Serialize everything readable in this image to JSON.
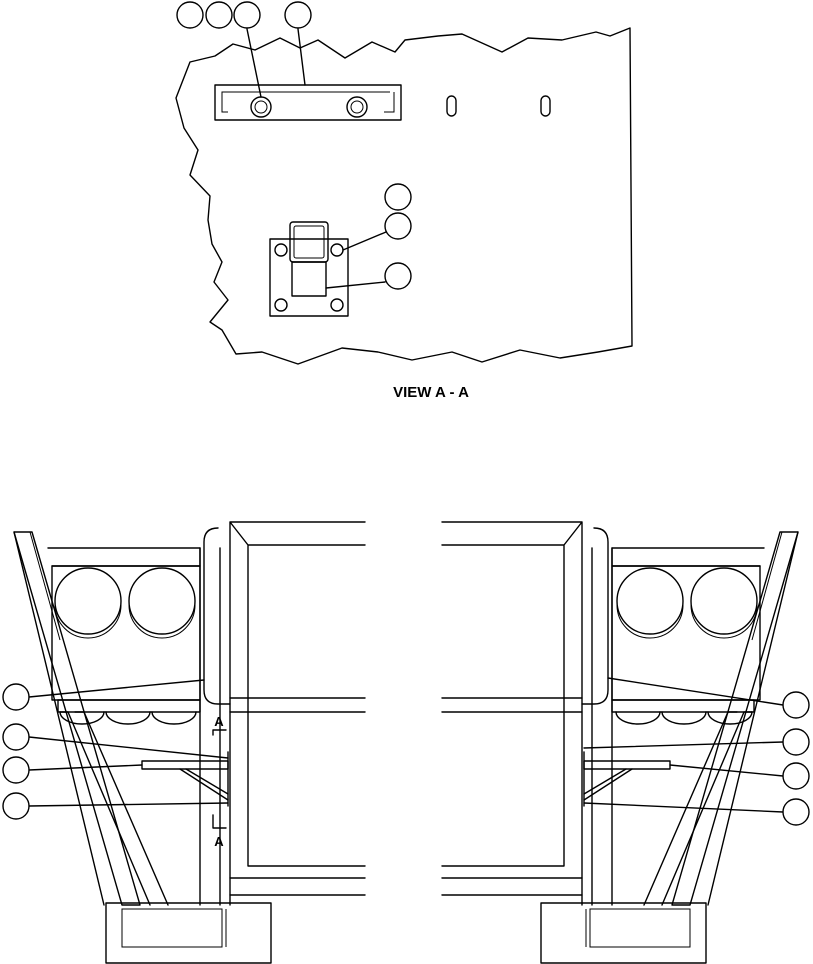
{
  "view_title": "VIEW A - A",
  "section_marker_top": "A",
  "section_marker_bottom": "A"
}
